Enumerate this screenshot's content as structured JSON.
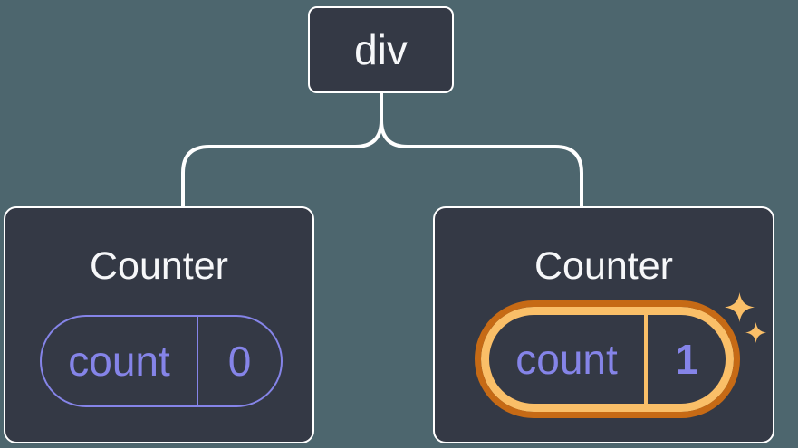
{
  "colors": {
    "canvas-bg": "#4D666E",
    "node-bg": "#343945",
    "node-border": "#FFFFFF",
    "connector": "#FFFFFF",
    "title-text": "#F6F7F9",
    "state-accent": "#8584E8",
    "highlight-dark": "#C66A15",
    "highlight-light": "#FABF68"
  },
  "diagram": {
    "root": {
      "label": "div"
    },
    "children": [
      {
        "title": "Counter",
        "highlighted": false,
        "state": {
          "key": "count",
          "value": "0"
        }
      },
      {
        "title": "Counter",
        "highlighted": true,
        "state": {
          "key": "count",
          "value": "1"
        }
      }
    ],
    "icons": {
      "highlight": "sparkle-icon"
    }
  }
}
